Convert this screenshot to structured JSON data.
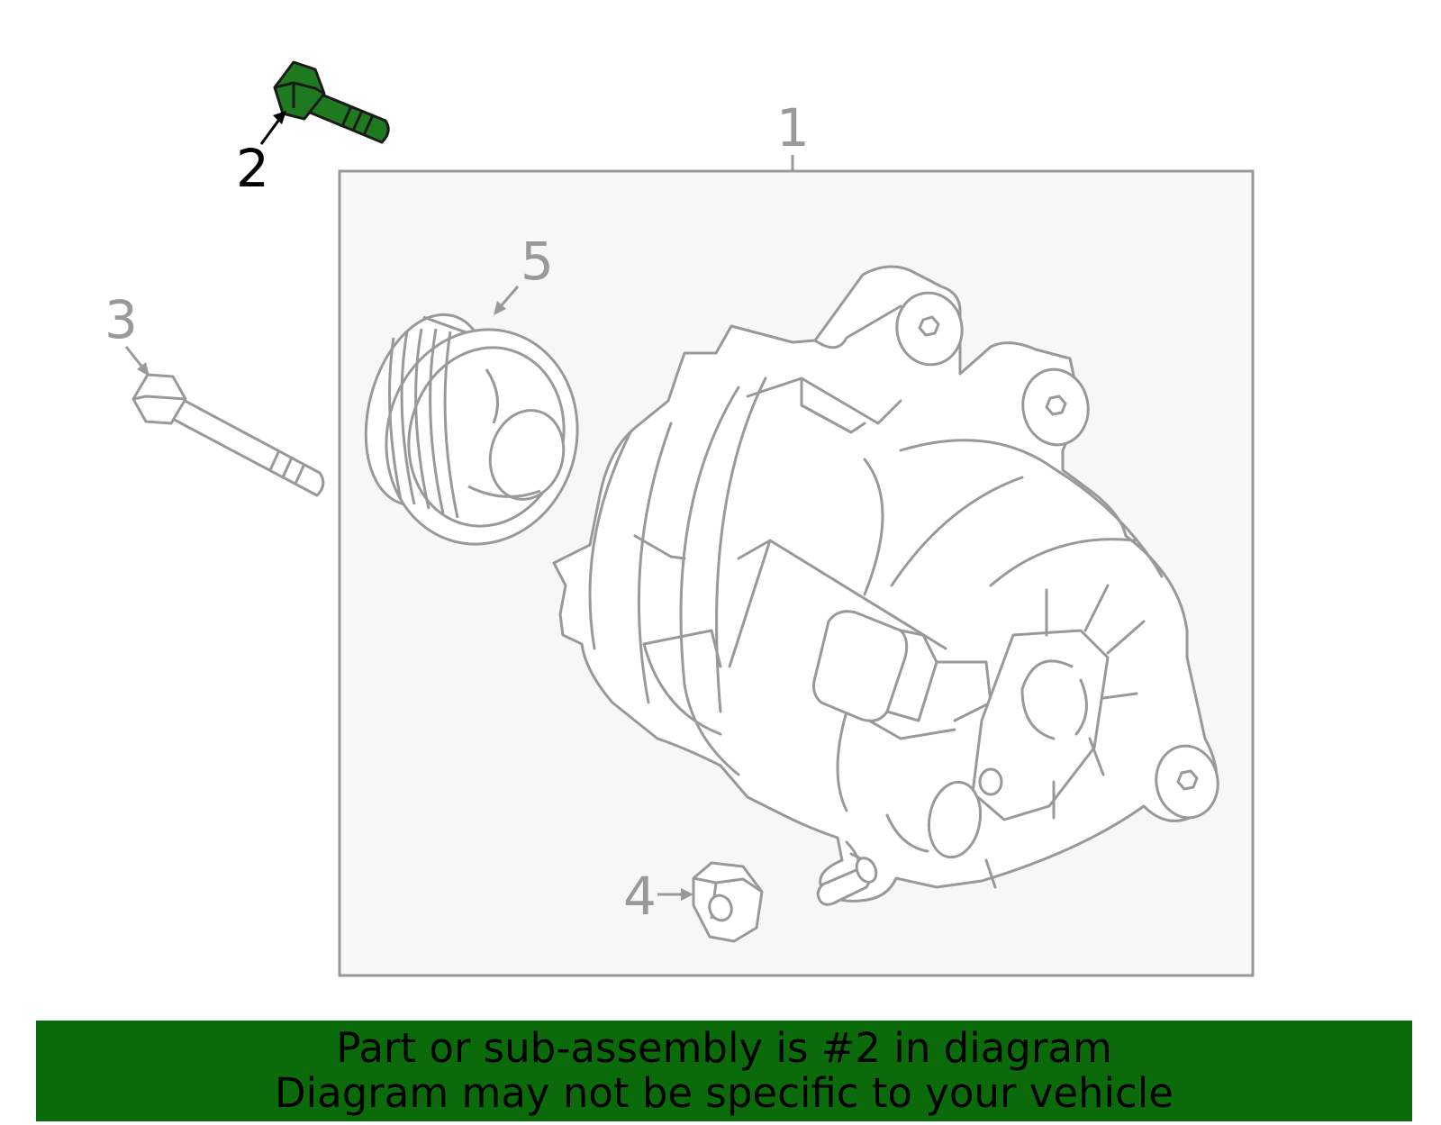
{
  "diagram": {
    "callouts": [
      {
        "id": "1",
        "label": "1",
        "highlighted": false
      },
      {
        "id": "2",
        "label": "2",
        "highlighted": true
      },
      {
        "id": "3",
        "label": "3",
        "highlighted": false
      },
      {
        "id": "4",
        "label": "4",
        "highlighted": false
      },
      {
        "id": "5",
        "label": "5",
        "highlighted": false
      }
    ],
    "parts": {
      "assembly": "alternator-assembly",
      "highlighted_part": "mounting-bolt",
      "other_parts": [
        "long-bolt",
        "nut",
        "pulley"
      ]
    }
  },
  "colors": {
    "highlight": "#1f7a1f",
    "line": "#999999",
    "box_fill": "#f7f7f7",
    "banner": "#0b6b0b",
    "banner_text": "#000000"
  },
  "banner": {
    "line1": "Part or sub-assembly is #2 in diagram",
    "line2": "Diagram may not be specific to your vehicle"
  }
}
